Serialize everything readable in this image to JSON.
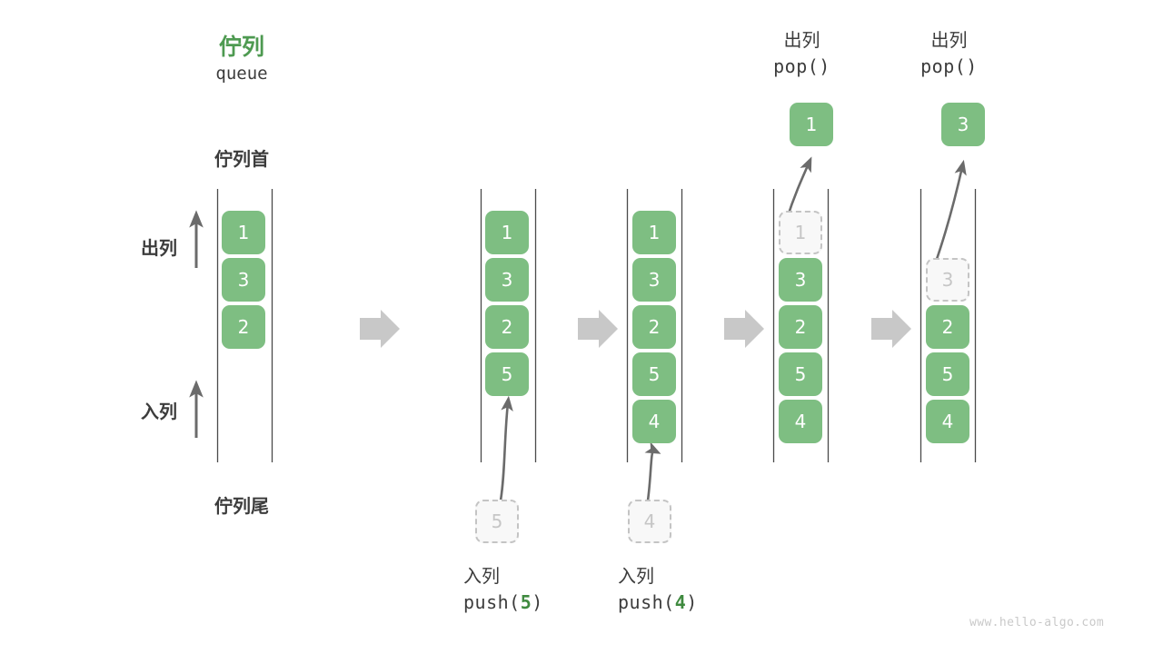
{
  "title": {
    "zh": "佇列",
    "en": "queue",
    "accent_color": "#4e9a51"
  },
  "labels": {
    "head": "佇列首",
    "tail": "佇列尾",
    "dequeue_side": "出列",
    "enqueue_side": "入列"
  },
  "colors": {
    "box_fill": "#7ebe82",
    "box_text": "#ffffff",
    "ghost_fill": "#f8f8f8",
    "ghost_border": "#c4c4c4",
    "ghost_text": "#c6c6c6",
    "rail": "#4a4a4a",
    "arrow_gray": "#c8c8c8",
    "arrow_dark": "#6b6b6b",
    "text": "#3c3c3c",
    "accent_green": "#3f8a3f",
    "watermark": "#c9c9c9"
  },
  "columns": [
    {
      "id": "initial",
      "caption_zh": "",
      "caption_en": "",
      "slots": [
        {
          "value": "1",
          "state": "solid"
        },
        {
          "value": "3",
          "state": "solid"
        },
        {
          "value": "2",
          "state": "solid"
        },
        {
          "value": "",
          "state": "empty"
        },
        {
          "value": "",
          "state": "empty"
        },
        {
          "value": "",
          "state": "empty"
        }
      ]
    },
    {
      "id": "push-5",
      "caption_zh": "入列",
      "caption_en_prefix": "push(",
      "caption_en_num": "5",
      "caption_en_suffix": ")",
      "pending_value": "5",
      "slots": [
        {
          "value": "1",
          "state": "solid"
        },
        {
          "value": "3",
          "state": "solid"
        },
        {
          "value": "2",
          "state": "solid"
        },
        {
          "value": "5",
          "state": "solid"
        },
        {
          "value": "",
          "state": "empty"
        },
        {
          "value": "",
          "state": "empty"
        }
      ]
    },
    {
      "id": "push-4",
      "caption_zh": "入列",
      "caption_en_prefix": "push(",
      "caption_en_num": "4",
      "caption_en_suffix": ")",
      "pending_value": "4",
      "slots": [
        {
          "value": "1",
          "state": "solid"
        },
        {
          "value": "3",
          "state": "solid"
        },
        {
          "value": "2",
          "state": "solid"
        },
        {
          "value": "5",
          "state": "solid"
        },
        {
          "value": "4",
          "state": "solid"
        },
        {
          "value": "",
          "state": "empty"
        }
      ]
    },
    {
      "id": "pop-1",
      "caption_zh": "出列",
      "caption_en": "pop()",
      "popped_value": "1",
      "slots": [
        {
          "value": "1",
          "state": "ghost"
        },
        {
          "value": "3",
          "state": "solid"
        },
        {
          "value": "2",
          "state": "solid"
        },
        {
          "value": "5",
          "state": "solid"
        },
        {
          "value": "4",
          "state": "solid"
        },
        {
          "value": "",
          "state": "empty"
        }
      ]
    },
    {
      "id": "pop-3",
      "caption_zh": "出列",
      "caption_en": "pop()",
      "popped_value": "3",
      "slots": [
        {
          "value": "",
          "state": "empty"
        },
        {
          "value": "3",
          "state": "ghost"
        },
        {
          "value": "2",
          "state": "solid"
        },
        {
          "value": "5",
          "state": "solid"
        },
        {
          "value": "4",
          "state": "solid"
        },
        {
          "value": "",
          "state": "empty"
        }
      ]
    }
  ],
  "step_arrows_count": 4,
  "watermark": "www.hello-algo.com"
}
